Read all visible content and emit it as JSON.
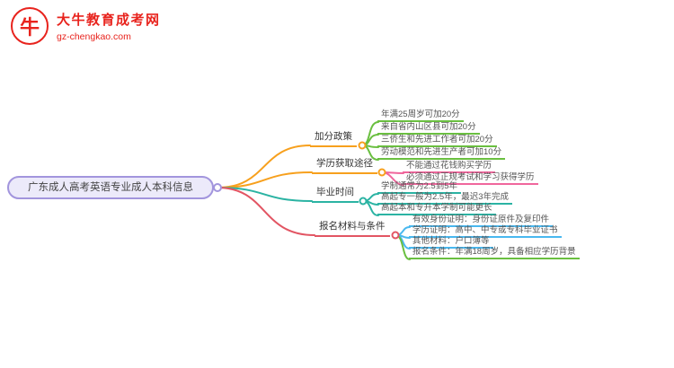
{
  "logo": {
    "title": "大牛教育成考网",
    "url": "gz-chengkao.com",
    "icon_glyph": "牛",
    "brand_color": "#e8231d"
  },
  "palette": {
    "root_border": "#a295dd",
    "root_fill": "#eceafa",
    "branch_bonus": "#f7a01d",
    "branch_degree_path": "#f7a01d",
    "branch_graduation": "#2bb3a3",
    "branch_materials": "#e25563",
    "leaf_green": "#6abf40",
    "leaf_pink": "#f0669c",
    "leaf_teal": "#2bb3a3",
    "leaf_cyan": "#49b8ef"
  },
  "mindmap": {
    "root": "广东成人高考英语专业成人本科信息",
    "branches": [
      {
        "label": "加分政策",
        "children": [
          "年满25周岁可加20分",
          "来自省内山区县可加20分",
          "三侨生和先进工作者可加20分",
          "劳动模范和先进生产者可加10分"
        ]
      },
      {
        "label": "学历获取途径",
        "children": [
          "不能通过花钱购买学历",
          "必须通过正规考试和学习获得学历"
        ]
      },
      {
        "label": "毕业时间",
        "children": [
          "学制通常为2.5到5年",
          "高起专一般为2.5年，最迟3年完成",
          "高起本和专升本学制可能更长"
        ]
      },
      {
        "label": "报名材料与条件",
        "children": [
          "有效身份证明：身份证原件及复印件",
          "学历证明：高中、中专或专科毕业证书",
          "其他材料：户口簿等",
          "报名条件：年满18周岁，具备相应学历背景"
        ]
      }
    ]
  }
}
